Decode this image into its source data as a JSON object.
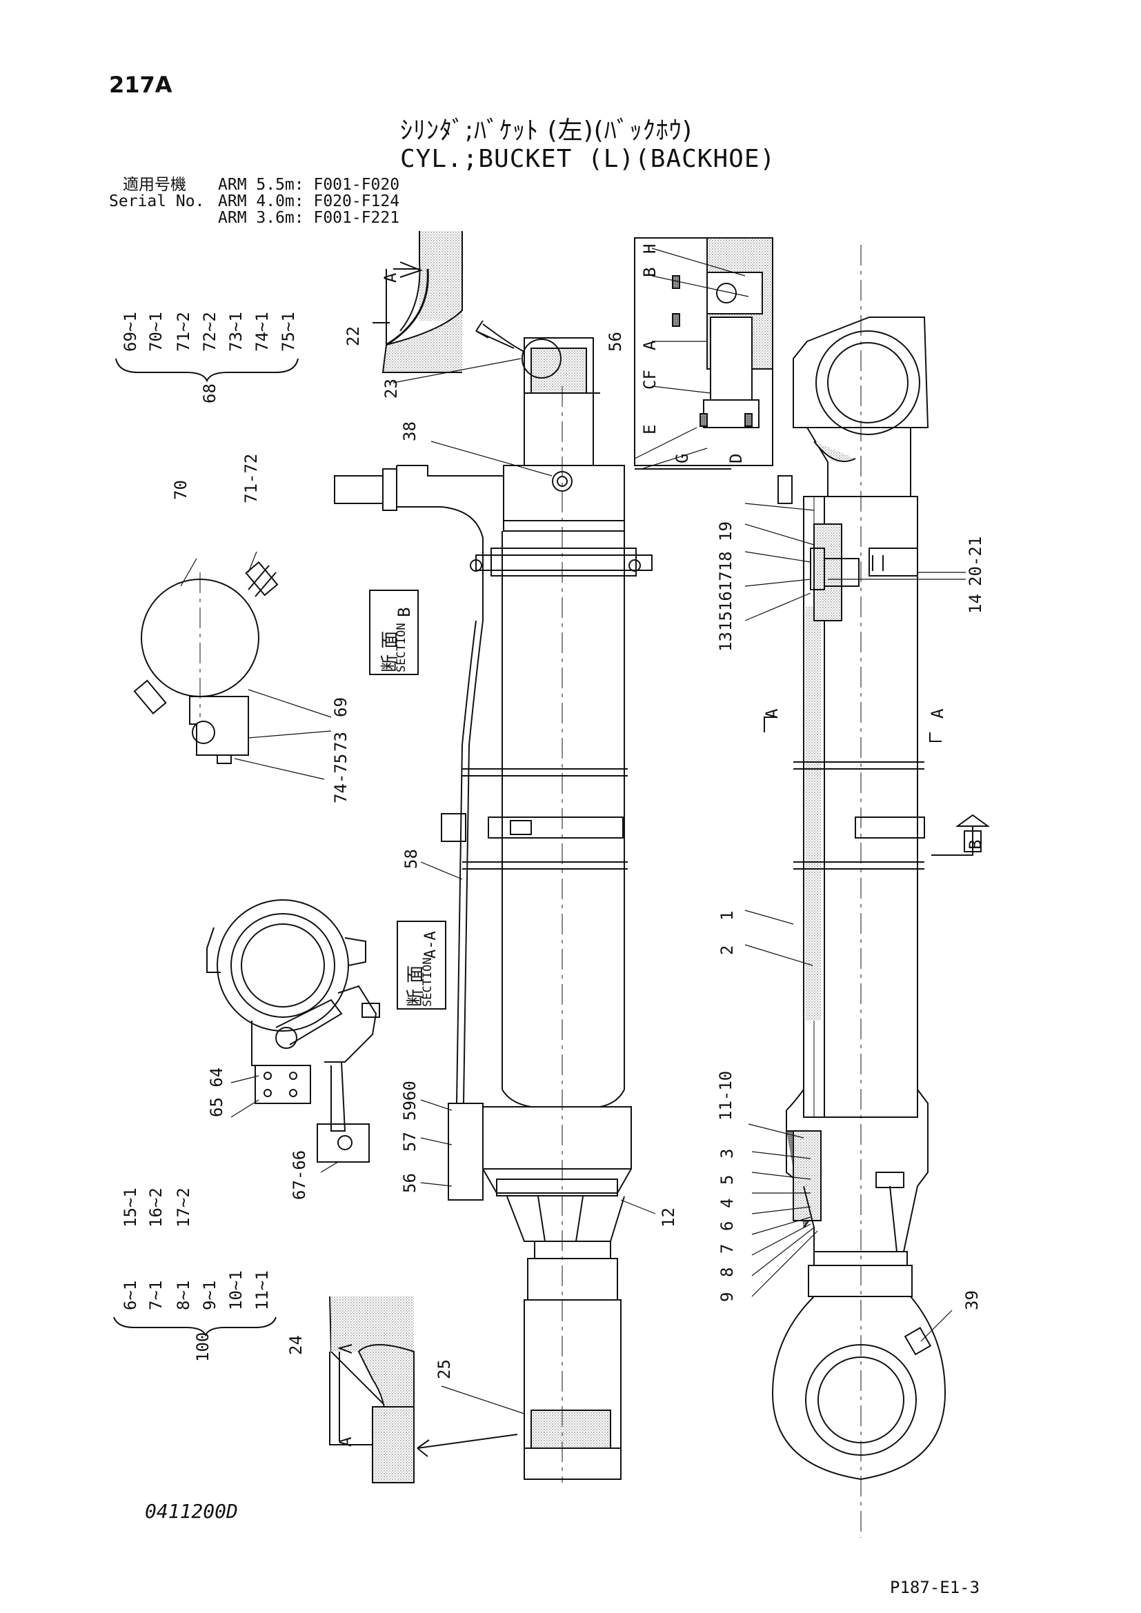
{
  "page_number": "217A",
  "title": {
    "japanese": "ｼﾘﾝﾀﾞ;ﾊﾞｹｯﾄ (左)(ﾊﾞｯｸﾎｳ)",
    "english": "CYL.;BUCKET (L)(BACKHOE)"
  },
  "serial": {
    "label_jp": "適用号機",
    "label_en": "Serial No.",
    "lines": [
      "ARM 5.5m: F001-F020",
      "ARM 4.0m: F020-F124",
      "ARM 3.6m: F001-F221"
    ]
  },
  "kit_68": {
    "items": [
      "69~1",
      "70~1",
      "71~2",
      "72~2",
      "73~1",
      "74~1",
      "75~1"
    ],
    "number": "68"
  },
  "kit_100": {
    "items_top": [
      "15~1",
      "16~2",
      "17~2"
    ],
    "items": [
      "6~1",
      "7~1",
      "8~1",
      "9~1",
      "10~1",
      "11~1"
    ],
    "number": "100"
  },
  "section_labels": {
    "section_b": {
      "jp": "断 面",
      "en": "SECTION",
      "letter": "B"
    },
    "section_aa": {
      "jp": "断 面",
      "en": "SECTION",
      "letter": "A-A"
    }
  },
  "callouts": {
    "c22": "22",
    "c23": "23",
    "c38": "38",
    "c56_top": "56",
    "cA_top": "A",
    "cH": "H",
    "cB": "B",
    "cA2": "A",
    "cCF": "CF",
    "cE": "E",
    "cG": "G",
    "cD": "D",
    "c70": "70",
    "c71_72": "71-72",
    "c69": "69",
    "c73": "73",
    "c74_75": "74-75",
    "c13": "13",
    "c15161718_19": "15161718 19",
    "c14": "14",
    "c20_21": "20-21",
    "cA_arrow_l": "A",
    "cA_arrow_r": "A",
    "cB_section": "B",
    "c58": "58",
    "c1": "1",
    "c2": "2",
    "c65_64": "65 64",
    "c67_66": "67-66",
    "c59_60": "5960",
    "c57": "57",
    "c56": "56",
    "c12": "12",
    "c11_10": "11-10",
    "c3": "3",
    "c5": "5",
    "c4": "4",
    "c6": "6",
    "c7": "7",
    "c8": "8",
    "c9": "9",
    "c39": "39",
    "c24": "24",
    "c25": "25",
    "cA_bottom": "A"
  },
  "drawing_code": "0411200D",
  "page_ref": "P187-E1-3"
}
